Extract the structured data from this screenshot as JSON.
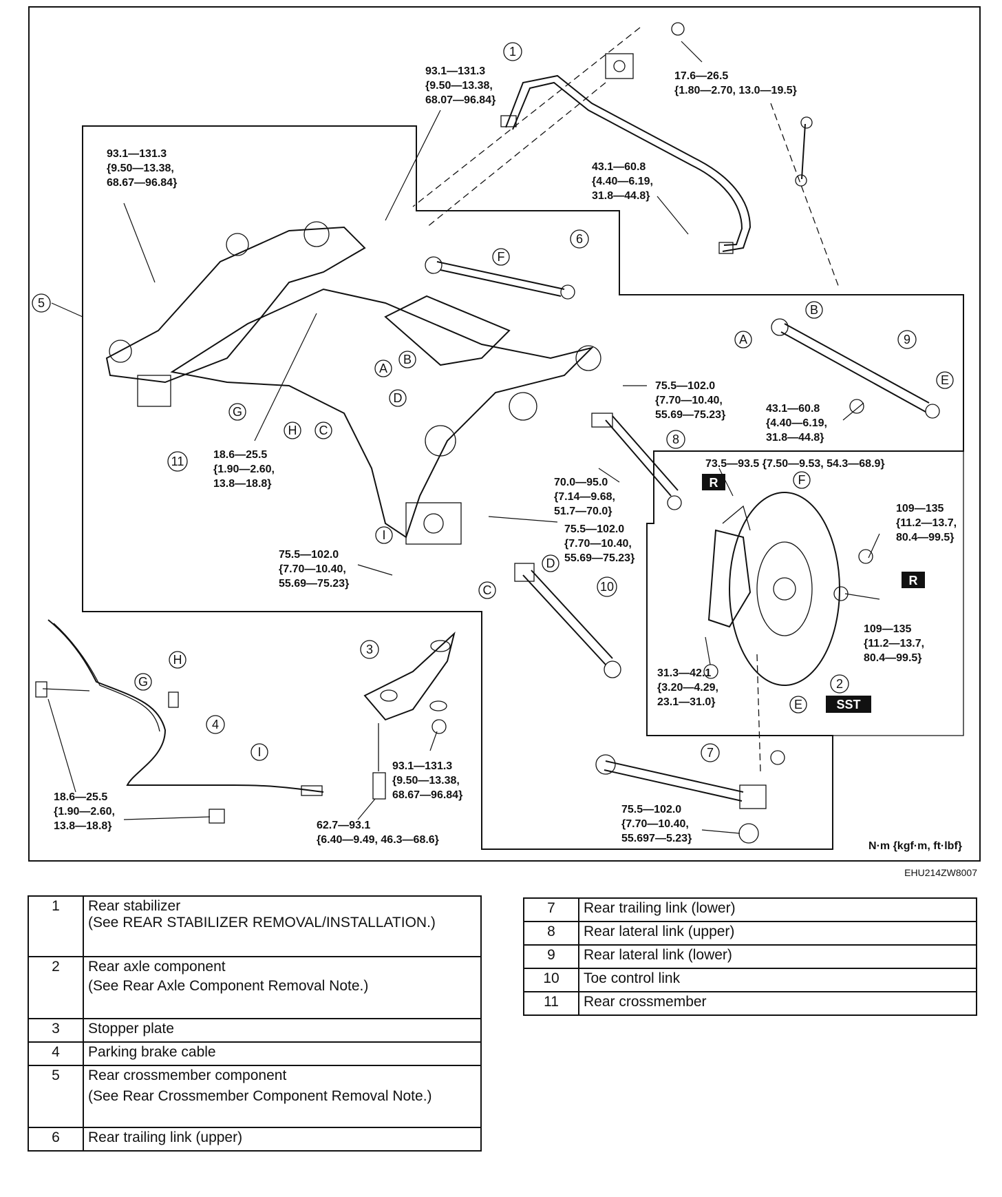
{
  "diagram": {
    "torques": {
      "t_stab_top": [
        "93.1—131.3",
        "{9.50—13.38,",
        "68.07—96.84}"
      ],
      "t_stab_link": [
        "17.6—26.5",
        "{1.80—2.70, 13.0—19.5}"
      ],
      "t_frame_left": [
        "93.1—131.3",
        "{9.50—13.38,",
        "68.67—96.84}"
      ],
      "t_stab_bush": [
        "43.1—60.8",
        "{4.40—6.19,",
        "31.8—44.8}"
      ],
      "t_upper_link": [
        "75.5—102.0",
        "{7.70—10.40,",
        "55.69—75.23}"
      ],
      "t_lower_lat": [
        "43.1—60.8",
        "{4.40—6.19,",
        "31.8—44.8}"
      ],
      "t_cable_mid": [
        "18.6—25.5",
        "{1.90—2.60,",
        "13.8—18.8}"
      ],
      "t_knuckle": [
        "70.0—95.0",
        "{7.14—9.68,",
        "51.7—70.0}"
      ],
      "t_hub": [
        "73.5—93.5 {7.50—9.53, 54.3—68.9}"
      ],
      "t_hub_nut1": [
        "109—135",
        "{11.2—13.7,",
        "80.4—99.5}"
      ],
      "t_toe_inner": [
        "75.5—102.0",
        "{7.70—10.40,",
        "55.69—75.23}"
      ],
      "t_trailing_front": [
        "75.5—102.0",
        "{7.70—10.40,",
        "55.69—75.23}"
      ],
      "t_hub_nut2": [
        "109—135",
        "{11.2—13.7,",
        "80.4—99.5}"
      ],
      "t_caliper": [
        "31.3—42.1",
        "{3.20—4.29,",
        "23.1—31.0}"
      ],
      "t_stopper": [
        "93.1—131.3",
        "{9.50—13.38,",
        "68.67—96.84}"
      ],
      "t_cable_left": [
        "18.6—25.5",
        "{1.90—2.60,",
        "13.8—18.8}"
      ],
      "t_stopper_bolt": [
        "62.7—93.1",
        "{6.40—9.49, 46.3—68.6}"
      ],
      "t_trailing_rear": [
        "75.5—102.0",
        "{7.70—10.40,",
        "55.697—5.23}"
      ]
    },
    "callouts": [
      "1",
      "2",
      "3",
      "4",
      "5",
      "6",
      "7",
      "8",
      "9",
      "10",
      "11"
    ],
    "letters": [
      "A",
      "B",
      "C",
      "D",
      "E",
      "F",
      "G",
      "H",
      "I"
    ],
    "badges": {
      "r": "R",
      "sst": "SST"
    },
    "units": "N·m {kgf·m, ft·lbf}",
    "figure_id": "EHU214ZW8007"
  },
  "parts_left": [
    {
      "no": "1",
      "name": "Rear stabilizer",
      "note": "(See REAR STABILIZER REMOVAL/INSTALLATION.)"
    },
    {
      "no": "2",
      "name": "Rear axle component",
      "note": "(See Rear Axle Component Removal Note.)"
    },
    {
      "no": "3",
      "name": "Stopper plate",
      "note": ""
    },
    {
      "no": "4",
      "name": "Parking brake cable",
      "note": ""
    },
    {
      "no": "5",
      "name": "Rear crossmember component",
      "note": "(See Rear Crossmember Component Removal Note.)"
    },
    {
      "no": "6",
      "name": "Rear trailing link (upper)",
      "note": ""
    }
  ],
  "parts_right": [
    {
      "no": "7",
      "name": "Rear trailing link (lower)"
    },
    {
      "no": "8",
      "name": "Rear lateral link (upper)"
    },
    {
      "no": "9",
      "name": "Rear lateral link (lower)"
    },
    {
      "no": "10",
      "name": "Toe control link"
    },
    {
      "no": "11",
      "name": "Rear crossmember"
    }
  ]
}
